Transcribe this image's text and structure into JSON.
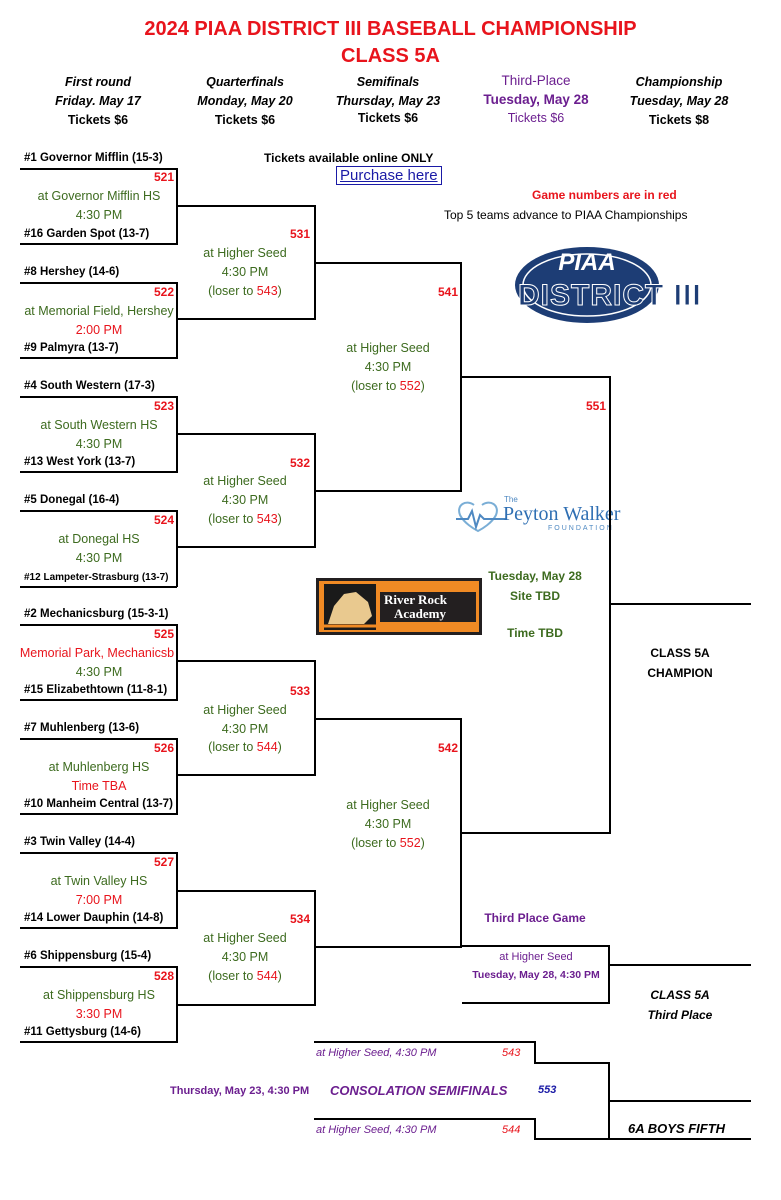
{
  "header": {
    "title_line1": "2024 PIAA DISTRICT III BASEBALL CHAMPIONSHIP",
    "title_line2": "CLASS 5A"
  },
  "columns": [
    {
      "round": "First round",
      "date": "Friday. May 17",
      "tickets": "Tickets $6"
    },
    {
      "round": "Quarterfinals",
      "date": "Monday, May 20",
      "tickets": "Tickets $6"
    },
    {
      "round": "Semifinals",
      "date": "Thursday, May 23",
      "tickets": "Tickets $6"
    },
    {
      "round": "Third-Place",
      "date": "Tuesday, May 28",
      "tickets": "Tickets $6"
    },
    {
      "round": "Championship",
      "date": "Tuesday, May 28",
      "tickets": "Tickets $8"
    }
  ],
  "info": {
    "online": "Tickets available online ONLY",
    "purchase_link": "Purchase here",
    "game_numbers_note": "Game numbers are in red",
    "advance_note": "Top 5 teams advance to PIAA Championships"
  },
  "logos": {
    "piaa_line1": "PIAA",
    "piaa_line2": "DISTRICT III",
    "peyton_the": "The",
    "peyton_name": "Peyton Walker",
    "peyton_foundation": "FOUNDATION",
    "riverrock_line1": "River Rock",
    "riverrock_line2": "Academy"
  },
  "first_round": [
    {
      "team_top": "#1 Governor Mifflin (15-3)",
      "game": "521",
      "site": "at Governor Mifflin HS",
      "time": "4:30 PM",
      "team_bottom": "#16 Garden Spot (13-7)"
    },
    {
      "team_top": "#8 Hershey (14-6)",
      "game": "522",
      "site": "at Memorial Field, Hershey",
      "time": "2:00 PM",
      "team_bottom": "#9 Palmyra (13-7)"
    },
    {
      "team_top": "#4 South Western (17-3)",
      "game": "523",
      "site": "at South Western HS",
      "time": "4:30 PM",
      "team_bottom": "#13 West York (13-7)"
    },
    {
      "team_top": "#5 Donegal (16-4)",
      "game": "524",
      "site": "at Donegal HS",
      "time": "4:30 PM",
      "team_bottom": "#12 Lampeter-Strasburg (13-7)"
    },
    {
      "team_top": "#2 Mechanicsburg (15-3-1)",
      "game": "525",
      "site": "Memorial Park, Mechanicsb",
      "time": "4:30 PM",
      "team_bottom": "#15 Elizabethtown (11-8-1)"
    },
    {
      "team_top": "#7 Muhlenberg (13-6)",
      "game": "526",
      "site": "at Muhlenberg HS",
      "time": "Time TBA",
      "team_bottom": "#10 Manheim Central (13-7)"
    },
    {
      "team_top": "#3 Twin Valley (14-4)",
      "game": "527",
      "site": "at Twin Valley HS",
      "time": "7:00 PM",
      "team_bottom": "#14 Lower Dauphin (14-8)"
    },
    {
      "team_top": "#6 Shippensburg (15-4)",
      "game": "528",
      "site": "at Shippensburg HS",
      "time": "3:30 PM",
      "team_bottom": "#11 Gettysburg (14-6)"
    }
  ],
  "quarterfinals": [
    {
      "game": "531",
      "site": "at Higher Seed",
      "time": "4:30 PM",
      "loser_prefix": "(loser to ",
      "loser_game": "543",
      "loser_suffix": ")"
    },
    {
      "game": "532",
      "site": "at Higher Seed",
      "time": "4:30 PM",
      "loser_prefix": "(loser to ",
      "loser_game": "543",
      "loser_suffix": ")"
    },
    {
      "game": "533",
      "site": "at Higher Seed",
      "time": "4:30 PM",
      "loser_prefix": "(loser to ",
      "loser_game": "544",
      "loser_suffix": ")"
    },
    {
      "game": "534",
      "site": "at Higher Seed",
      "time": "4:30 PM",
      "loser_prefix": "(loser to ",
      "loser_game": "544",
      "loser_suffix": ")"
    }
  ],
  "semifinals": [
    {
      "game": "541",
      "site": "at Higher Seed",
      "time": "4:30 PM",
      "loser_prefix": "(loser to ",
      "loser_game": "552",
      "loser_suffix": ")"
    },
    {
      "game": "542",
      "site": "at Higher Seed",
      "time": "4:30 PM",
      "loser_prefix": "(loser to ",
      "loser_game": "552",
      "loser_suffix": ")"
    }
  ],
  "championship": {
    "game": "551",
    "date": "Tuesday, May 28",
    "site": "Site TBD",
    "time": "Time TBD",
    "winner_line1": "CLASS 5A",
    "winner_line2": "CHAMPION"
  },
  "third_place": {
    "label": "Third Place Game",
    "site": "at Higher Seed",
    "datetime": "Tuesday, May 28, 4:30 PM",
    "winner_line1": "CLASS 5A",
    "winner_line2": "Third Place"
  },
  "consolation": {
    "game_a_site": "at Higher Seed, 4:30 PM",
    "game_a_num": "543",
    "game_b_site": "at Higher Seed, 4:30 PM",
    "game_b_num": "544",
    "date": "Thursday, May 23, 4:30 PM",
    "label": "CONSOLATION SEMIFINALS",
    "final_num": "553",
    "winner": "6A BOYS FIFTH"
  },
  "colors": {
    "title_red": "#e8141c",
    "site_green": "#3d6b1f",
    "third_purple": "#6b1e8f",
    "link_blue": "#1a1aa6",
    "piaa_navy": "#1d3d75"
  }
}
